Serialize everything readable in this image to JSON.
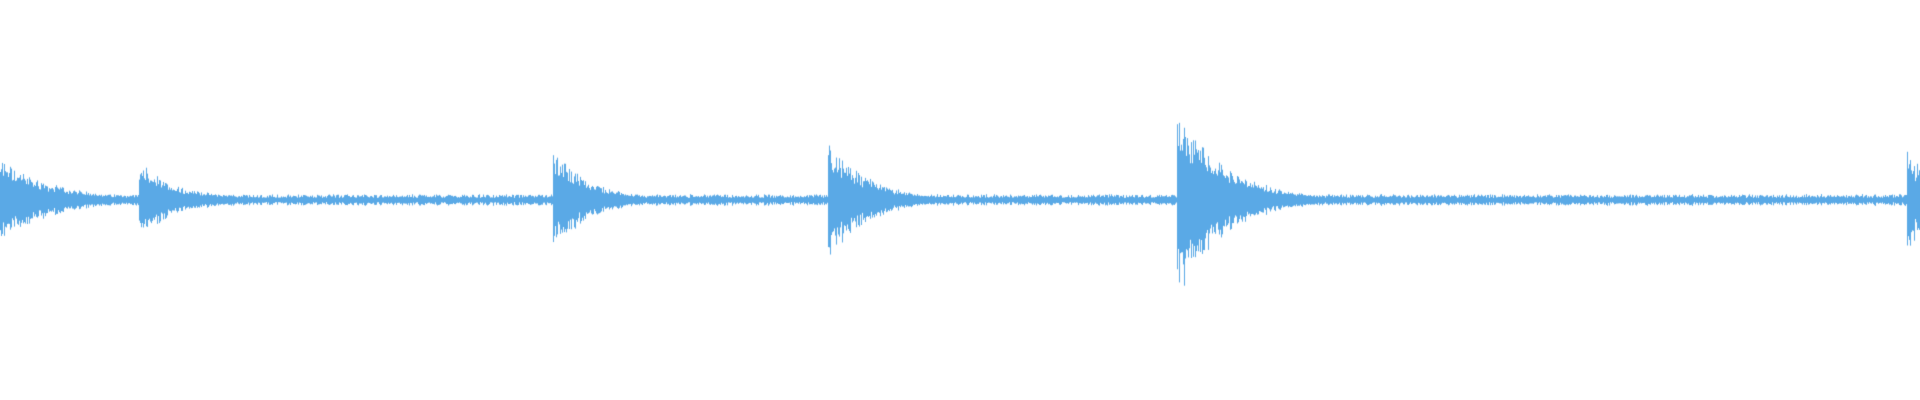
{
  "waveform": {
    "color": "#5aa9e6",
    "background": "#ffffff",
    "baseline_noise_amplitude": 0.025,
    "transients": [
      {
        "time_fraction": 0.0,
        "peak": 0.22,
        "decay": 0.028
      },
      {
        "time_fraction": 0.072,
        "peak": 0.2,
        "decay": 0.022
      },
      {
        "time_fraction": 0.288,
        "peak": 0.26,
        "decay": 0.02
      },
      {
        "time_fraction": 0.431,
        "peak": 0.34,
        "decay": 0.02
      },
      {
        "time_fraction": 0.613,
        "peak": 0.52,
        "decay": 0.024
      },
      {
        "time_fraction": 0.993,
        "peak": 0.3,
        "decay": 0.012
      }
    ]
  }
}
